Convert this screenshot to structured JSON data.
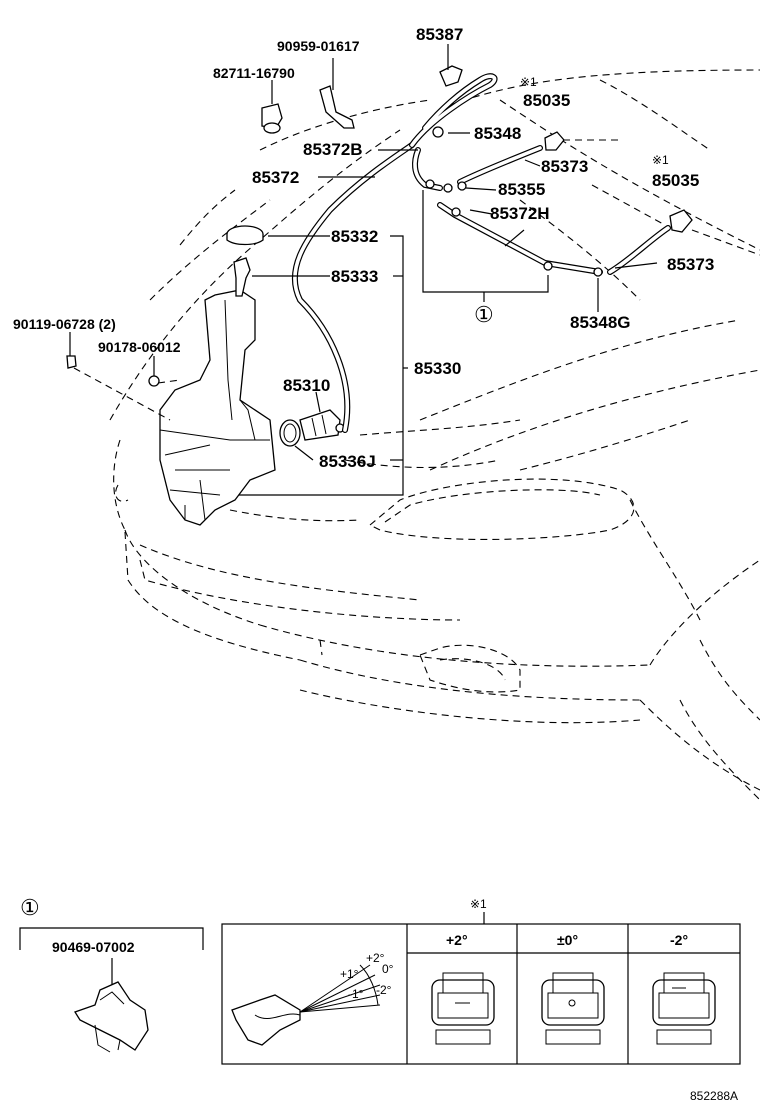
{
  "labels": {
    "p90959": "90959-01617",
    "p82711": "82711-16790",
    "p85387": "85387",
    "p85035a": "85035",
    "p85035b": "85035",
    "note_a": "※1",
    "note_b": "※1",
    "p85348": "85348",
    "p85372B": "85372B",
    "p85373a": "85373",
    "p85373b": "85373",
    "p85372": "85372",
    "p85355": "85355",
    "p85372H": "85372H",
    "p85332": "85332",
    "p85333": "85333",
    "p85330": "85330",
    "p85310": "85310",
    "p85336J": "85336J",
    "p85348G": "85348G",
    "p90119": "90119-06728 (2)",
    "p90178": "90178-06012",
    "circle1": "①"
  },
  "inset": {
    "circle": "①",
    "part": "90469-07002",
    "note": "※1",
    "columns": [
      "+2°",
      "±0°",
      "-2°"
    ],
    "angles": [
      "+2°",
      "+1°",
      "0°",
      "-1°",
      "-2°"
    ]
  },
  "footer_code": "852288A"
}
